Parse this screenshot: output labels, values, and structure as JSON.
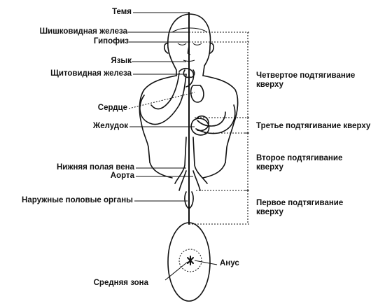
{
  "labels": {
    "crown": "Темя",
    "pineal": "Шишковидная железа",
    "pituitary": "Гипофиз",
    "tongue": "Язык",
    "thyroid": "Щитовидная железа",
    "heart": "Сердце",
    "stomach": "Желудок",
    "vena_cava": "Нижняя полая вена",
    "aorta": "Аорта",
    "genitals": "Наружные половые органы",
    "middle_zone": "Средняя зона",
    "anus": "Анус"
  },
  "pulls": {
    "fourth_line1": "Четвертое подтягивание",
    "fourth_line2": "кверху",
    "third": "Третье подтягивание кверху",
    "second_line1": "Второе подтягивание",
    "second_line2": "кверху",
    "first_line1": "Первое подтягивание",
    "first_line2": "кверху"
  }
}
